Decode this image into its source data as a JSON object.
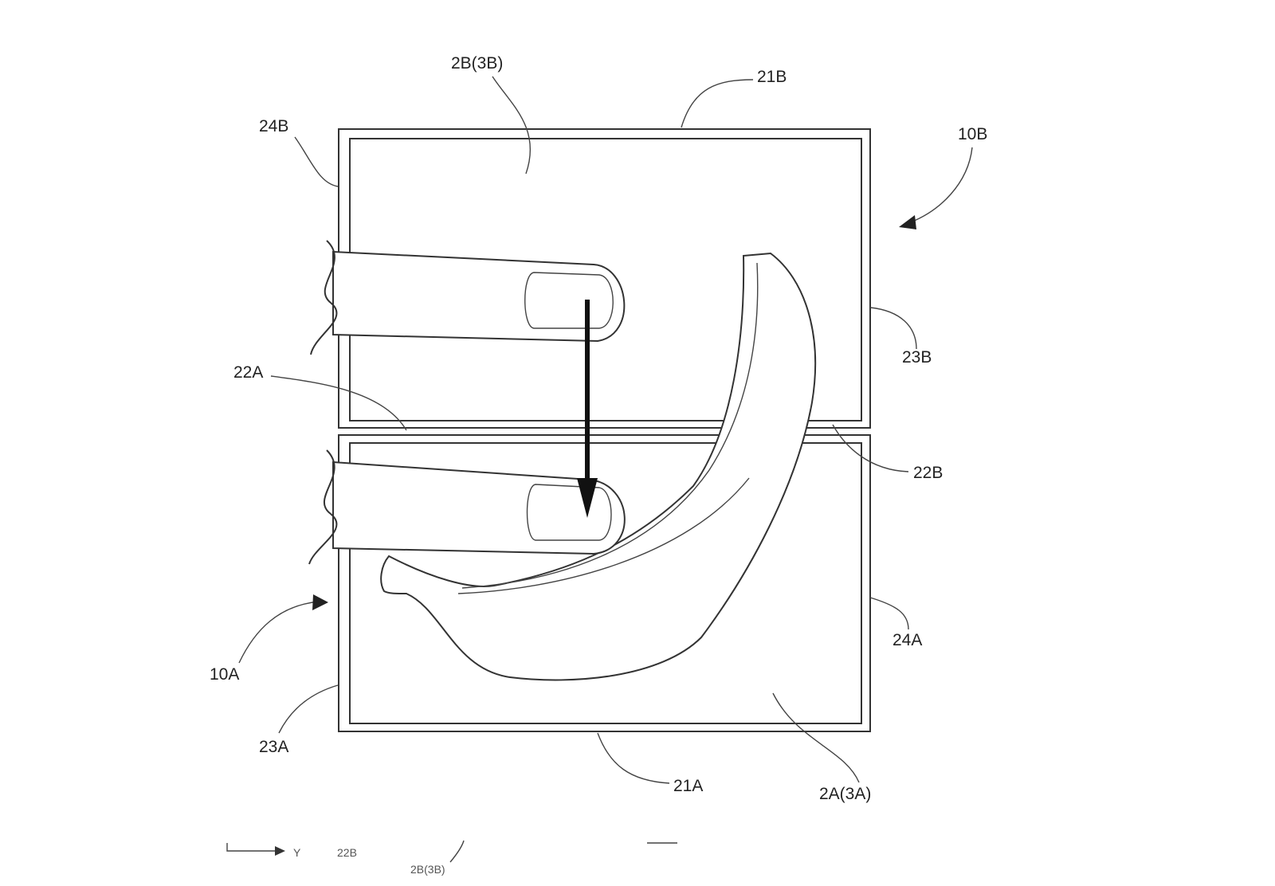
{
  "labels": {
    "screen_b": "2B(3B)",
    "edge_21b": "21B",
    "edge_24b": "24B",
    "device_b": "10B",
    "edge_23b": "23B",
    "edge_22a": "22A",
    "edge_22b": "22B",
    "device_a": "10A",
    "edge_24a": "24A",
    "edge_23a": "23A",
    "edge_21a": "21A",
    "screen_a": "2A(3A)"
  },
  "footer": {
    "axis": "Y",
    "ref1": "22B",
    "ref2": "2B(3B)"
  }
}
